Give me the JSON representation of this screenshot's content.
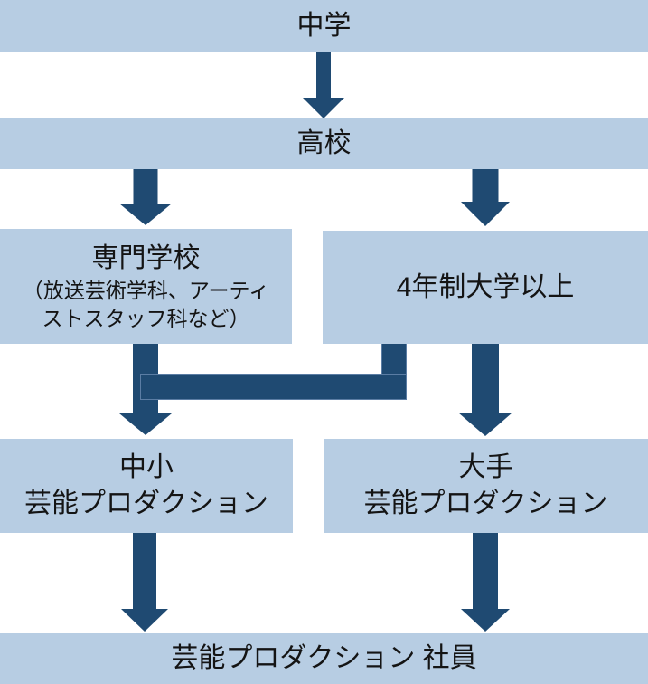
{
  "colors": {
    "background": "#ffffff",
    "box_fill": "#b7cde3",
    "arrow_fill": "#1f4a72",
    "text": "#141414"
  },
  "nodes": {
    "middle_school": {
      "label": "中学"
    },
    "high_school": {
      "label": "高校"
    },
    "vocational_school": {
      "title": "専門学校",
      "note_lines": [
        "（放送芸術学科、アーティ",
        "ストスタッフ科など）"
      ]
    },
    "university": {
      "label": "4年制大学以上"
    },
    "small_agency": {
      "line1": "中小",
      "line2": "芸能プロダクション"
    },
    "major_agency": {
      "line1": "大手",
      "line2": "芸能プロダクション"
    },
    "employee": {
      "label": "芸能プロダクション 社員"
    }
  },
  "edges": [
    {
      "from": "中学",
      "to": "高校"
    },
    {
      "from": "高校",
      "to": "専門学校"
    },
    {
      "from": "高校",
      "to": "4年制大学以上"
    },
    {
      "from": "専門学校",
      "to": "中小芸能プロダクション"
    },
    {
      "from": "4年制大学以上",
      "to": "中小芸能プロダクション"
    },
    {
      "from": "4年制大学以上",
      "to": "大手芸能プロダクション"
    },
    {
      "from": "中小芸能プロダクション",
      "to": "芸能プロダクション 社員"
    },
    {
      "from": "大手芸能プロダクション",
      "to": "芸能プロダクション 社員"
    }
  ]
}
